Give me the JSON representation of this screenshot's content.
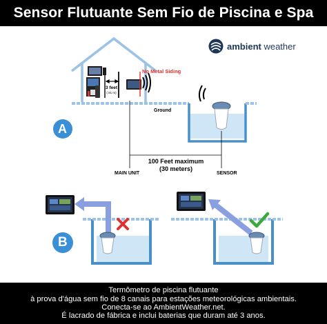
{
  "title": "Sensor Flutuante Sem Fio de Piscina e Spa",
  "brand": {
    "name_bold": "ambient",
    "name_light": " weather",
    "logo_icon": "ambient-weather-logo-icon"
  },
  "diagram": {
    "no_metal_siding": "No Metal Siding",
    "distance_feet": "3 feet",
    "distance_meters": "(.91 m)",
    "ground": "Ground",
    "range_line1": "100 Feet maximum",
    "range_line2": "(30 meters)",
    "main_unit": "MAIN UNIT",
    "sensor": "SENSOR",
    "badge_a": "A",
    "badge_b": "B"
  },
  "colors": {
    "brand_blue": "#1d3557",
    "house_line": "#9cc3e6",
    "water": "#cfe6f7",
    "pool_wall": "#4a90c8",
    "badge": "#3a8fd6",
    "arrow": "#8a9fe0",
    "cross": "#e03030",
    "check": "#3aa83a"
  },
  "footer": {
    "line1": "Termômetro de piscina flutuante",
    "line2": "à prova d'água sem fio de 8 canais para estações meteorológicas ambientais.",
    "line3": "Conecta-se ao AmbientWeather.net.",
    "line4": "É lacrado de fábrica e inclui baterias que duram até 3 anos."
  }
}
